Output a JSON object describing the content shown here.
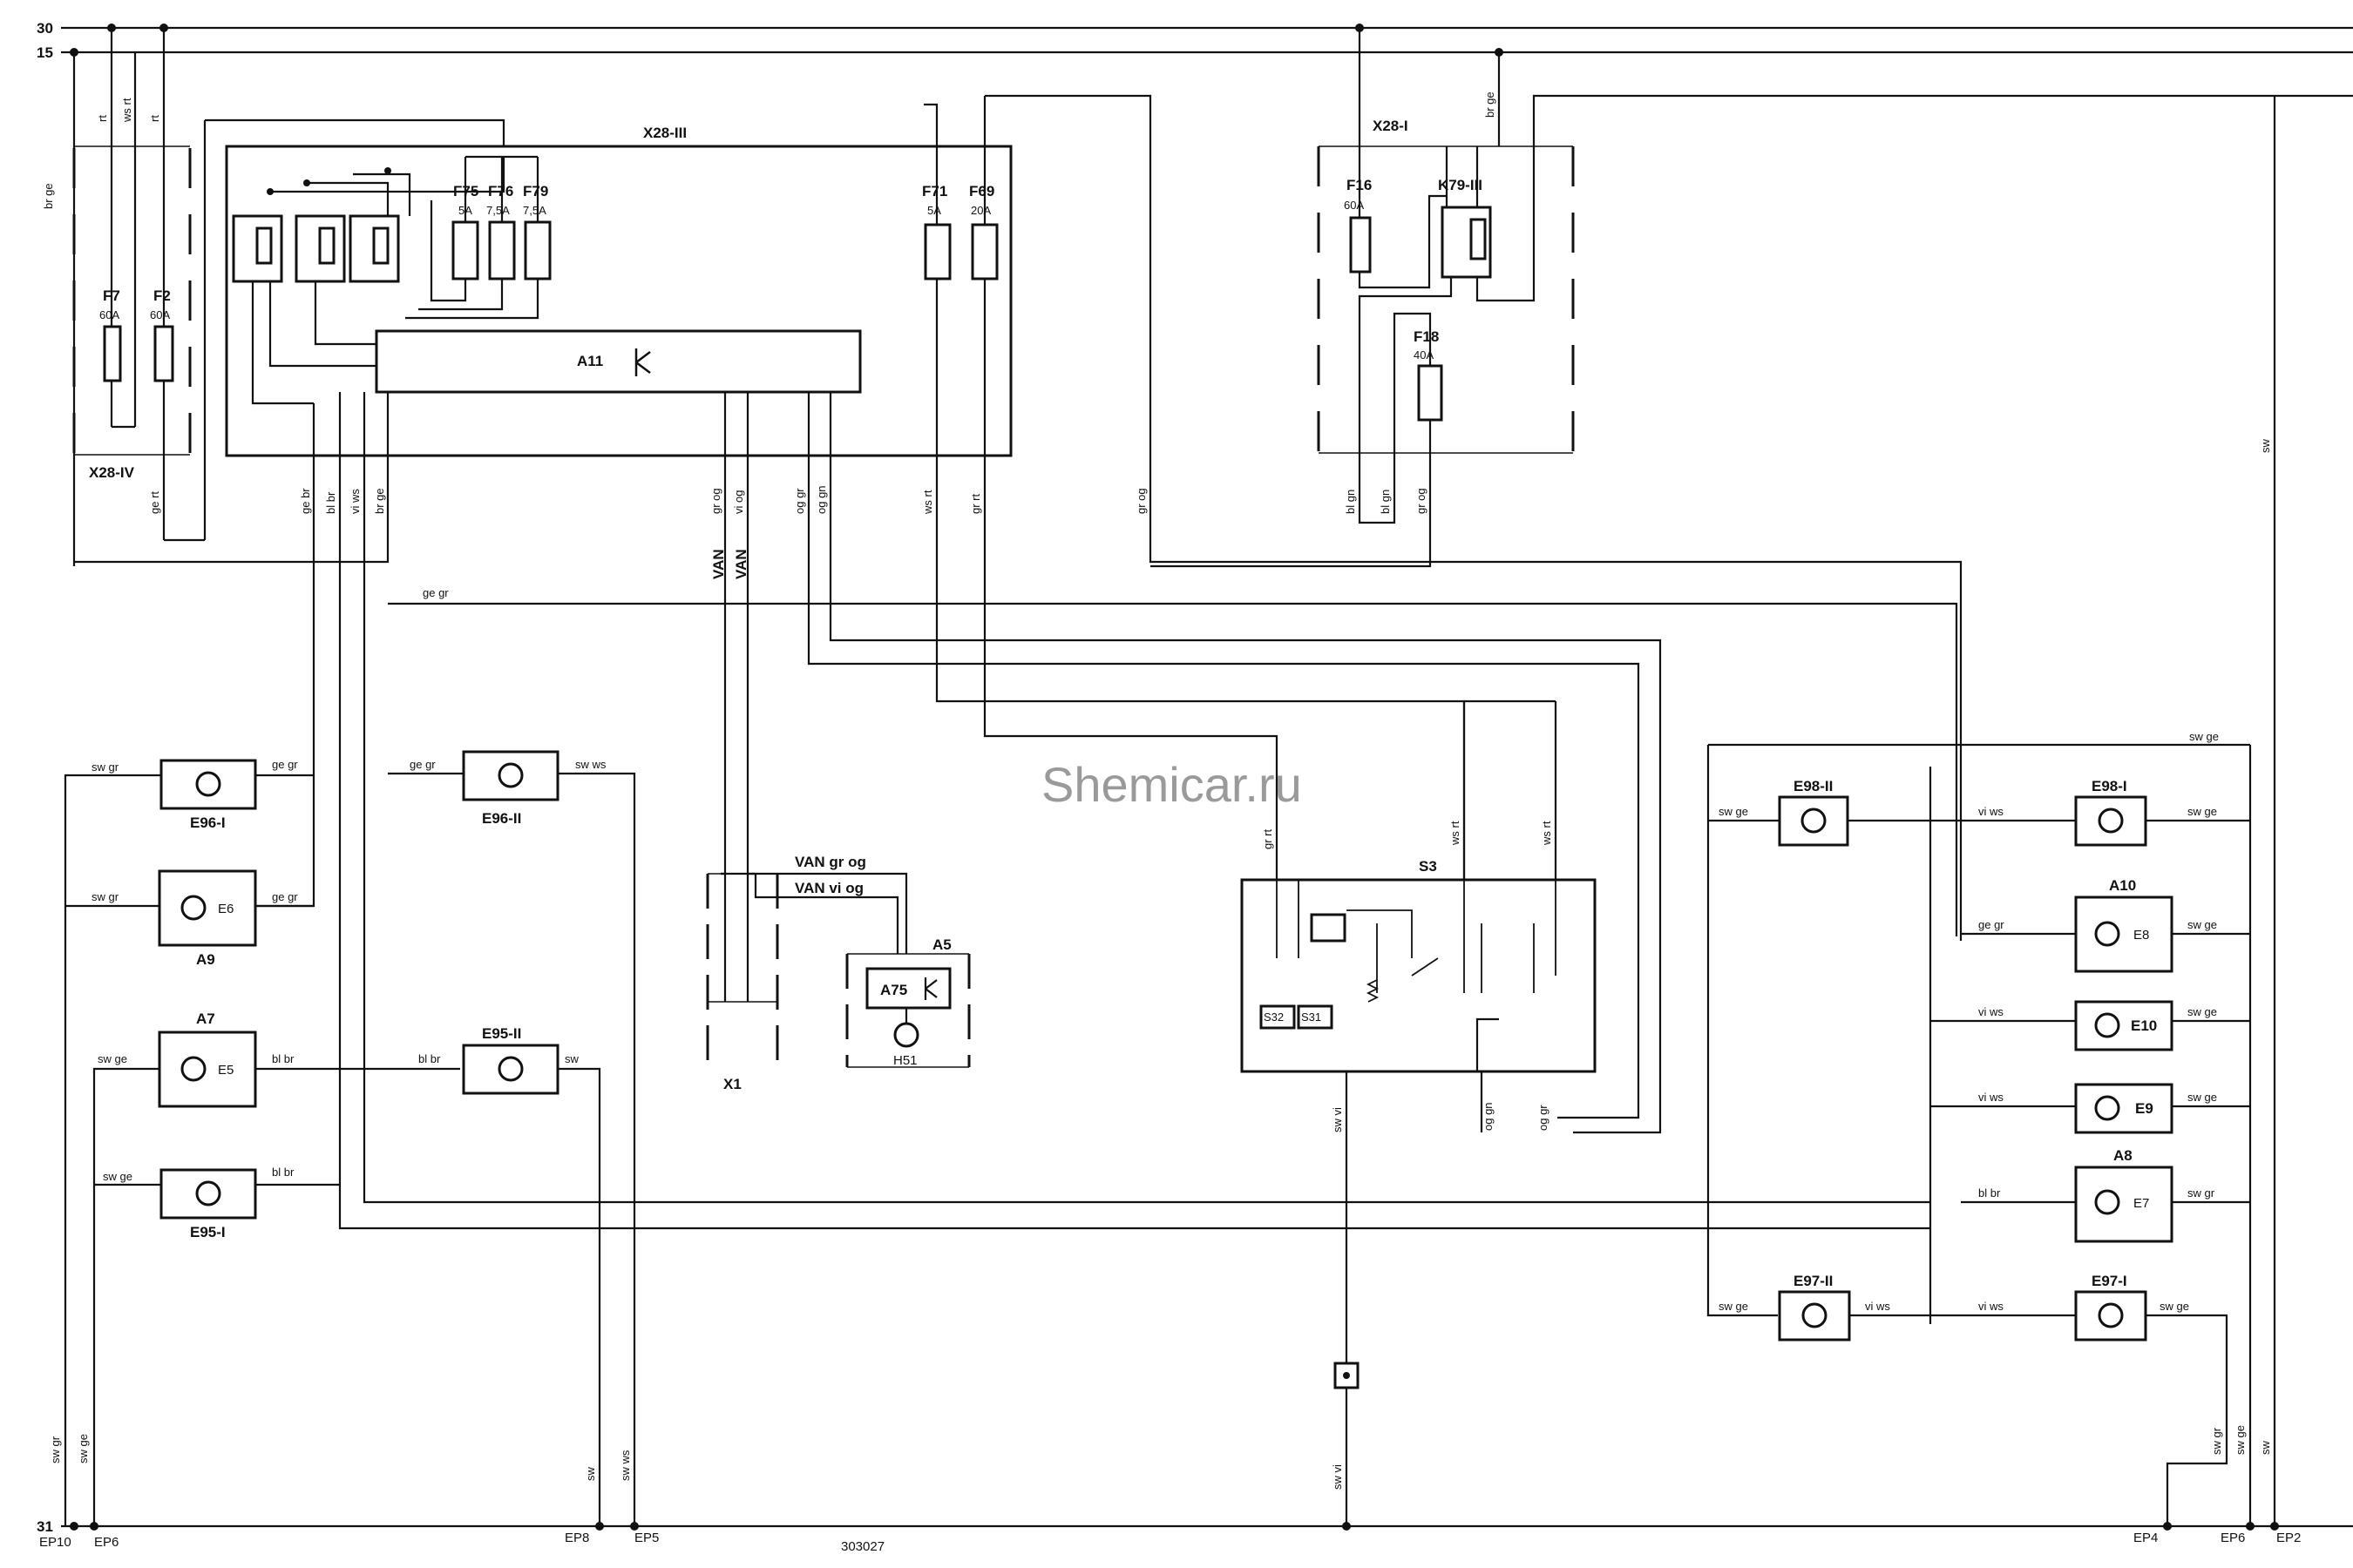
{
  "watermark": "Shemicar.ru",
  "rails": {
    "r30": "30",
    "r15": "15",
    "r31": "31"
  },
  "drawing_number": "303027",
  "groundpoints": {
    "ep10": "EP10",
    "ep6a": "EP6",
    "ep8": "EP8",
    "ep5": "EP5",
    "ep4": "EP4",
    "ep6b": "EP6",
    "ep2": "EP2"
  },
  "blocks": {
    "x28iii": "X28-III",
    "x28iv": "X28-IV",
    "x28i": "X28-I",
    "a11": "A11",
    "k79": "K79-III",
    "s3": "S3",
    "x1": "X1",
    "a5": "A5",
    "a75": "A75",
    "h51": "H51",
    "s32": "S32",
    "s31": "S31",
    "van1": "VAN",
    "van2": "VAN"
  },
  "fuses": [
    {
      "name": "F7",
      "rating": "60A"
    },
    {
      "name": "F2",
      "rating": "60A"
    },
    {
      "name": "F75",
      "rating": "5A"
    },
    {
      "name": "F76",
      "rating": "7,5A"
    },
    {
      "name": "F79",
      "rating": "7,5A"
    },
    {
      "name": "F71",
      "rating": "5A"
    },
    {
      "name": "F69",
      "rating": "20A"
    },
    {
      "name": "F16",
      "rating": "60A"
    },
    {
      "name": "F18",
      "rating": "40A"
    }
  ],
  "lamps": {
    "e96i": "E96-I",
    "e96ii": "E96-II",
    "a9": "A9",
    "e6": "E6",
    "a7": "A7",
    "e5": "E5",
    "e95ii": "E95-II",
    "e95i": "E95-I",
    "e98ii": "E98-II",
    "e98i": "E98-I",
    "a10": "A10",
    "e8": "E8",
    "e10": "E10",
    "e9": "E9",
    "a8": "A8",
    "e7": "E7",
    "e97ii": "E97-II",
    "e97i": "E97-I"
  },
  "wire_colors": {
    "rt": "rt",
    "wsrt": "ws rt",
    "brge": "br ge",
    "gert": "ge rt",
    "gebr": "ge br",
    "blbr": "bl br",
    "viws": "vi ws",
    "grog": "gr og",
    "viog": "vi og",
    "oggr": "og gr",
    "oggn": "og gn",
    "grrt": "gr rt",
    "blgn": "bl gn",
    "gegr": "ge gr",
    "swgr": "sw gr",
    "swge": "sw ge",
    "swws": "sw ws",
    "sw": "sw",
    "swvi": "sw vi",
    "vangrog": "VAN gr og",
    "vanviog": "VAN vi og",
    "gert2": "ge rt",
    "gegr2": "ge gr",
    "grog2": "gr og",
    "gegr3": "ge gr"
  }
}
